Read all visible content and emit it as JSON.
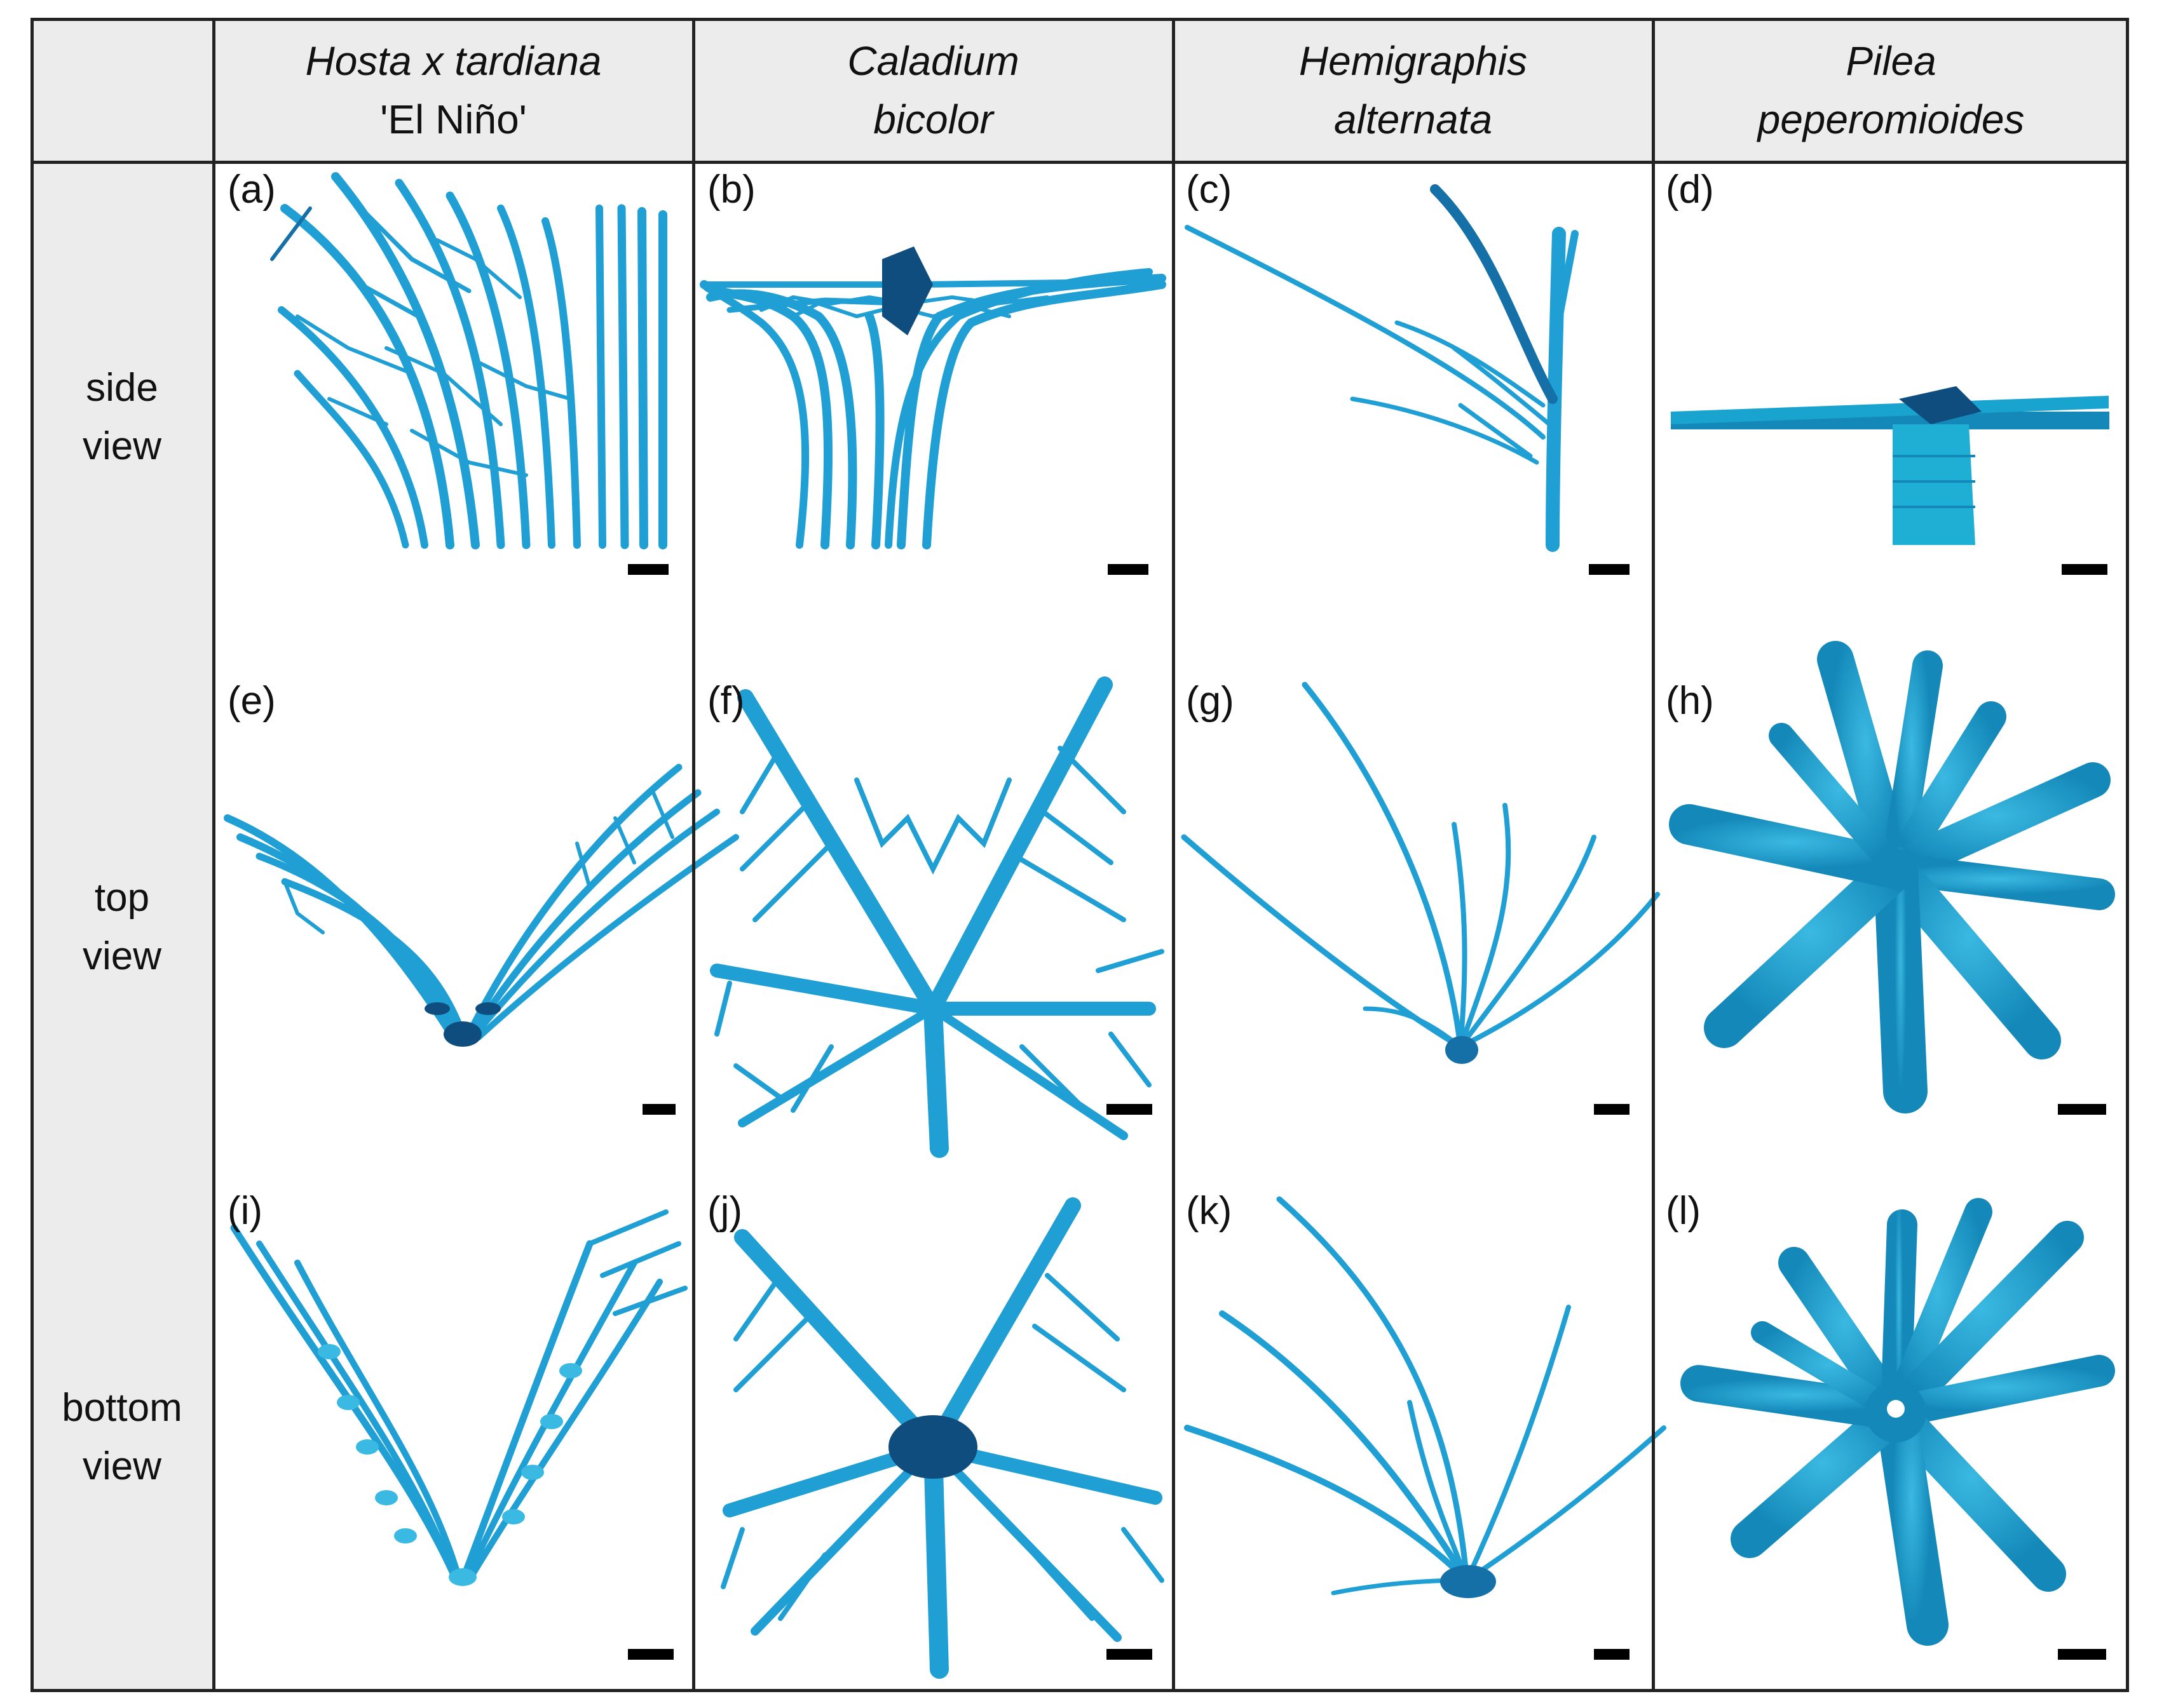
{
  "columns": [
    {
      "line1": "Hosta x tardiana",
      "line2": "'El Niño'"
    },
    {
      "line1": "Caladium",
      "line2": "bicolor"
    },
    {
      "line1": "Hemigraphis",
      "line2": "alternata"
    },
    {
      "line1": "Pilea",
      "line2": "peperomioides"
    }
  ],
  "rows": [
    {
      "line1": "side",
      "line2": "view"
    },
    {
      "line1": "top",
      "line2": "view"
    },
    {
      "line1": "bottom",
      "line2": "view"
    }
  ],
  "panels": [
    "(a)",
    "(b)",
    "(c)",
    "(d)",
    "(e)",
    "(f)",
    "(g)",
    "(h)",
    "(i)",
    "(j)",
    "(k)",
    "(l)"
  ],
  "colors": {
    "vein": "#1f9fd4",
    "vein_dark": "#1570a8",
    "vein_deep": "#0e4d7d",
    "pilea": "#19a3cf",
    "header_bg": "#ececec",
    "border": "#222222"
  },
  "icons": [
    "scale-bar"
  ]
}
